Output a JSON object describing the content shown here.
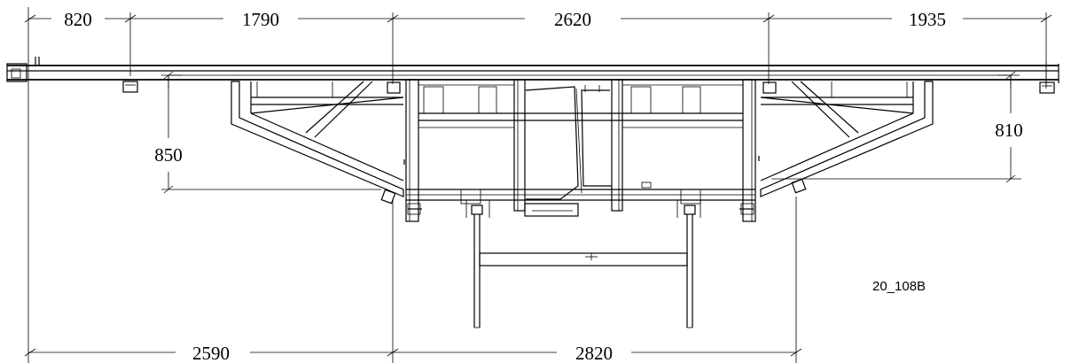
{
  "dimensions": {
    "top": [
      "820",
      "1790",
      "2620",
      "1935"
    ],
    "side_left": "850",
    "side_right": "810",
    "bottom": [
      "2590",
      "2820"
    ]
  },
  "drawing_ref": "20_108B"
}
